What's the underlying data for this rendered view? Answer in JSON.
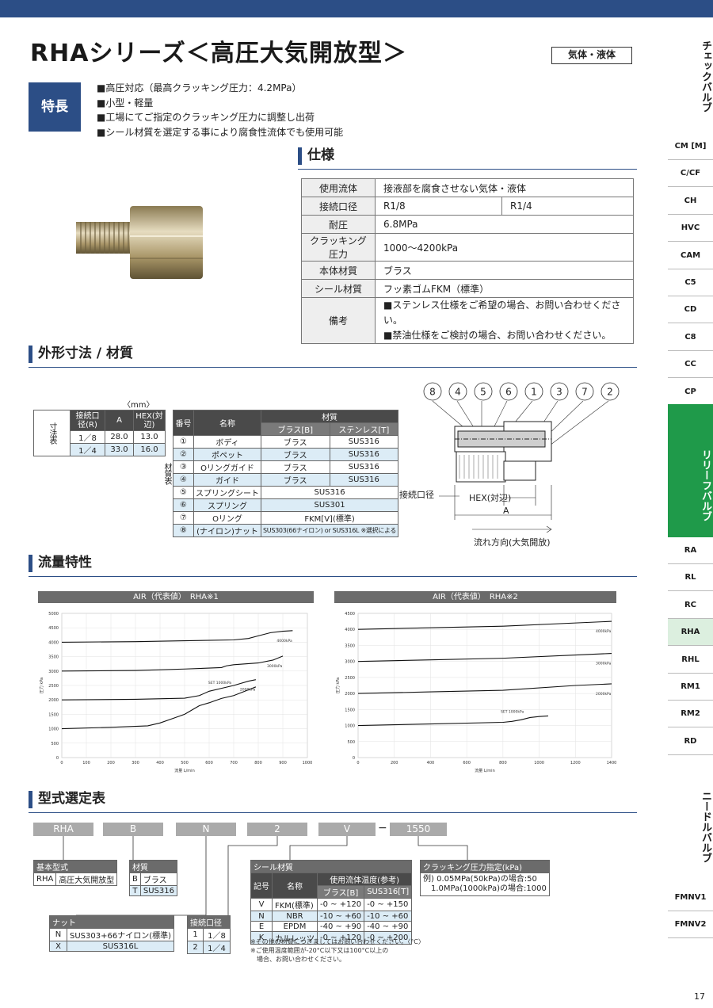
{
  "header": {
    "title": "RHAシリーズ＜高圧大気開放型＞",
    "badge": "気体・液体"
  },
  "features": {
    "label": "特長",
    "items": [
      "■高圧対応（最高クラッキング圧力：4.2MPa）",
      "■小型・軽量",
      "■工場にてご指定のクラッキング圧力に調整し出荷",
      "■シール材質を選定する事により腐食性流体でも使用可能"
    ]
  },
  "spec": {
    "title": "仕様",
    "rows": [
      {
        "label": "使用流体",
        "value": "接液部を腐食させない気体・液体"
      },
      {
        "label": "接続口径",
        "value": "R1/8",
        "value2": "R1/4"
      },
      {
        "label": "耐圧",
        "value": "6.8MPa"
      },
      {
        "label": "クラッキング圧力",
        "value": "1000〜4200kPa"
      },
      {
        "label": "本体材質",
        "value": "ブラス"
      },
      {
        "label": "シール材質",
        "value": "フッ素ゴムFKM（標準）"
      },
      {
        "label": "備考",
        "value": "■ステンレス仕様をご希望の場合、お問い合わせください。",
        "value2": "■禁油仕様をご検討の場合、お問い合わせください。"
      }
    ]
  },
  "dims": {
    "title": "外形寸法 / 材質",
    "unit": "〈mm〉",
    "side": "寸法表",
    "headers": [
      "接続口径(R)",
      "A",
      "HEX(対辺)"
    ],
    "rows": [
      [
        "1／8",
        "28.0",
        "13.0"
      ],
      [
        "1／4",
        "33.0",
        "16.0"
      ]
    ]
  },
  "material": {
    "side": "材質表",
    "h_no": "番号",
    "h_name": "名称",
    "h_mat": "材質",
    "h_b": "ブラス[B]",
    "h_t": "ステンレス[T]",
    "rows": [
      {
        "no": "①",
        "name": "ボディ",
        "b": "ブラス",
        "t": "SUS316"
      },
      {
        "no": "②",
        "name": "ポペット",
        "b": "ブラス",
        "t": "SUS316"
      },
      {
        "no": "③",
        "name": "Oリングガイド",
        "b": "ブラス",
        "t": "SUS316"
      },
      {
        "no": "④",
        "name": "ガイド",
        "b": "ブラス",
        "t": "SUS316"
      },
      {
        "no": "⑤",
        "name": "スプリングシート",
        "both": "SUS316"
      },
      {
        "no": "⑥",
        "name": "スプリング",
        "both": "SUS301"
      },
      {
        "no": "⑦",
        "name": "Oリング",
        "both": "FKM[V](標準)"
      },
      {
        "no": "⑧",
        "name": "(ナイロン)ナット",
        "both": "SUS303(66ナイロン) or SUS316L ※選択による"
      }
    ]
  },
  "drawing": {
    "balloons": [
      "8",
      "4",
      "5",
      "6",
      "1",
      "3",
      "7",
      "2"
    ],
    "port": "接続口径",
    "hex": "HEX(対辺)",
    "a": "A",
    "flow": "流れ方向(大気開放)"
  },
  "flow": {
    "title": "流量特性"
  },
  "chart_data": [
    {
      "type": "line",
      "title": "AIR（代表値）　RHA※1",
      "xlabel": "流量 L/min",
      "ylabel": "圧力 kPa",
      "xlim": [
        0,
        1000
      ],
      "ylim": [
        0,
        5000
      ],
      "xticks": [
        "0",
        "100",
        "200",
        "300",
        "400",
        "500",
        "600",
        "700",
        "800",
        "900",
        "1000"
      ],
      "yticks": [
        "0",
        "500",
        "1000",
        "1500",
        "2000",
        "2500",
        "3000",
        "3500",
        "4000",
        "4500",
        "5000"
      ],
      "series": [
        {
          "name": "SET 1000kPa",
          "x": [
            0,
            200,
            350,
            400,
            450,
            500,
            520,
            560,
            600,
            650,
            700,
            760,
            790
          ],
          "y": [
            1000,
            1050,
            1100,
            1200,
            1350,
            1500,
            1600,
            1800,
            1900,
            2050,
            2150,
            2350,
            2450
          ]
        },
        {
          "name": "2000kPa",
          "x": [
            0,
            300,
            500,
            560,
            600,
            650,
            700,
            760,
            790
          ],
          "y": [
            2000,
            2020,
            2060,
            2150,
            2300,
            2400,
            2500,
            2650,
            2700
          ]
        },
        {
          "name": "3000kPa",
          "x": [
            0,
            300,
            500,
            650,
            670,
            700,
            800,
            860,
            900
          ],
          "y": [
            3000,
            3020,
            3070,
            3120,
            3180,
            3220,
            3280,
            3380,
            3520
          ]
        },
        {
          "name": "4000kPa",
          "x": [
            0,
            300,
            500,
            700,
            760,
            800,
            850,
            900,
            940
          ],
          "y": [
            4000,
            4020,
            4050,
            4080,
            4130,
            4220,
            4330,
            4380,
            4400
          ]
        }
      ]
    },
    {
      "type": "line",
      "title": "AIR（代表値）　RHA※2",
      "xlabel": "流量 L/min",
      "ylabel": "圧力 kPa",
      "xlim": [
        0,
        1400
      ],
      "ylim": [
        0,
        4500
      ],
      "xticks": [
        "0",
        "200",
        "400",
        "600",
        "800",
        "1000",
        "1200",
        "1400"
      ],
      "yticks": [
        "0",
        "500",
        "1000",
        "1500",
        "2000",
        "2500",
        "3000",
        "3500",
        "4000",
        "4500"
      ],
      "series": [
        {
          "name": "SET 1000kPa",
          "x": [
            0,
            400,
            800,
            850,
            900,
            950,
            1000,
            1050
          ],
          "y": [
            1000,
            1050,
            1100,
            1130,
            1180,
            1250,
            1280,
            1300
          ]
        },
        {
          "name": "2000kPa",
          "x": [
            0,
            400,
            800,
            1200,
            1400
          ],
          "y": [
            2000,
            2050,
            2100,
            2250,
            2300
          ]
        },
        {
          "name": "3000kPa",
          "x": [
            0,
            400,
            800,
            1200,
            1400
          ],
          "y": [
            3000,
            3050,
            3100,
            3200,
            3250
          ]
        },
        {
          "name": "4000kPa",
          "x": [
            0,
            400,
            800,
            1200,
            1400
          ],
          "y": [
            4000,
            4050,
            4100,
            4200,
            4250
          ]
        }
      ]
    }
  ],
  "model": {
    "title": "型式選定表",
    "codes": [
      "RHA",
      "B",
      "N",
      "2",
      "V",
      "1550"
    ],
    "dash": "−",
    "base": {
      "cap": "基本型式",
      "code": "RHA",
      "desc": "高圧大気開放型"
    },
    "mat": {
      "cap": "材質",
      "rows": [
        [
          "B",
          "ブラス"
        ],
        [
          "T",
          "SUS316"
        ]
      ]
    },
    "nut": {
      "cap": "ナット",
      "rows": [
        [
          "N",
          "SUS303+66ナイロン(標準)"
        ],
        [
          "X",
          "SUS316L"
        ]
      ]
    },
    "port": {
      "cap": "接続口径",
      "rows": [
        [
          "1",
          "1／8"
        ],
        [
          "2",
          "1／4"
        ]
      ]
    },
    "seal": {
      "cap": "シール材質",
      "h_code": "記号",
      "h_name": "名称",
      "h_temp": "使用流体温度(参考)",
      "h_b": "ブラス[B]",
      "h_t": "SUS316[T]",
      "rows": [
        [
          "V",
          "FKM(標準)",
          "-0 ~ +120",
          "-0 ~ +150"
        ],
        [
          "N",
          "NBR",
          "-10 ~ +60",
          "-10 ~ +60"
        ],
        [
          "E",
          "EPDM",
          "-40 ~ +90",
          "-40 ~ +90"
        ],
        [
          "K",
          "カルレッツ",
          "-0 ~ +120",
          "-0 ~ +200"
        ]
      ],
      "notes": [
        "※その他の材質につきましてはお問い合わせください。〈°C〉",
        "※ご使用温度範囲が-20°C以下又は100°C以上の",
        "　場合、お問い合わせください。"
      ]
    },
    "crack": {
      "cap": "クラッキング圧力指定(kPa)",
      "l1": "例) 0.05MPa(50kPa)の場合:50",
      "l2": "　1.0MPa(1000kPa)の場合:1000"
    }
  },
  "sidebar": {
    "cat1": "チェックバルブ",
    "cat2": "リリーフバルブ",
    "cat3": "ニードルバルブ",
    "items1": [
      "CM [M]",
      "C/CF",
      "CH",
      "HVC",
      "CAM",
      "C5",
      "CD",
      "C8",
      "CC",
      "CP"
    ],
    "items2": [
      "RA",
      "RL",
      "RC",
      "RHA",
      "RHL",
      "RM1",
      "RM2",
      "RD"
    ],
    "items3": [
      "FMNV1",
      "FMNV2"
    ]
  },
  "page": "17",
  "colors": {
    "primary": "#2c4e86",
    "green": "#1f9a4a",
    "highlight": "#dcecf6"
  }
}
